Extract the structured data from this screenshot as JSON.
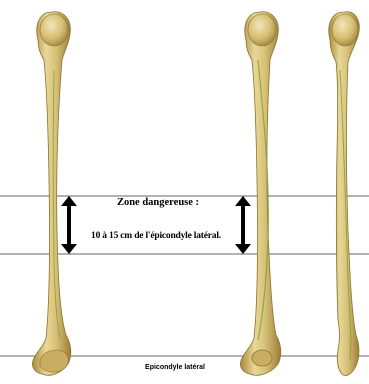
{
  "diagram": {
    "zone_title": "Zone dangereuse :",
    "zone_distance": "10 à 15 cm de l'épicondyle latéral.",
    "bottom_label": "Epicondyle latéral"
  },
  "colors": {
    "bone_fill": "#d9c27a",
    "bone_shadow": "#a8893e",
    "bone_highlight": "#efe3b2",
    "nerve": "#7fa43a",
    "guide_line": "#333333",
    "arrow": "#000000"
  }
}
